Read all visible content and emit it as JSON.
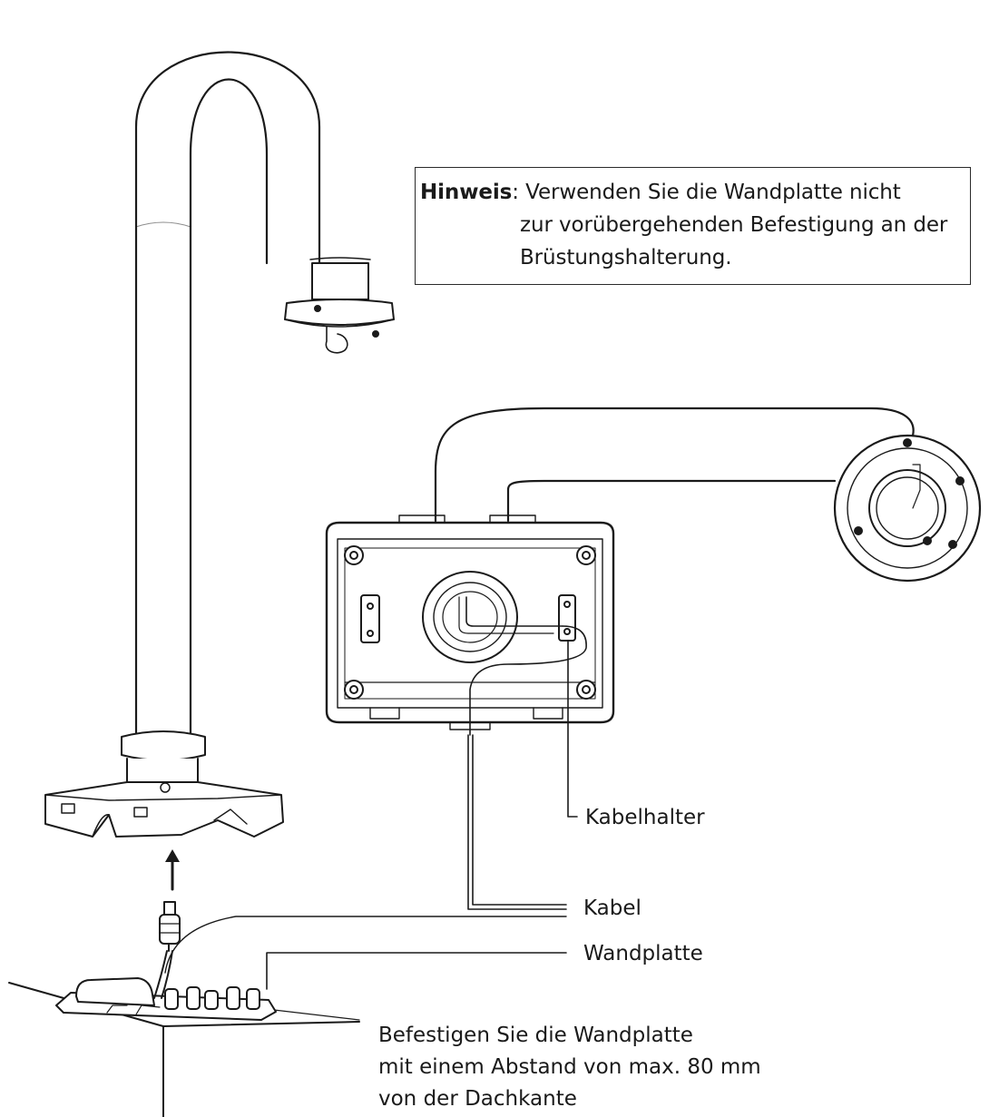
{
  "note": {
    "label": "Hinweis",
    "separator": ":",
    "lines": [
      "Verwenden Sie die Wandplatte nicht",
      "zur vorübergehenden Befestigung an der",
      "Brüstungshalterung."
    ]
  },
  "callouts": {
    "cable_holder": "Kabelhalter",
    "cable": "Kabel",
    "wall_plate": "Wandplatte"
  },
  "instruction": {
    "lines": [
      "Befestigen Sie die Wandplatte",
      "mit einem Abstand von max. 80 mm",
      "von der Dachkante"
    ]
  },
  "colors": {
    "line": "#1a1a1a",
    "fill": "#ffffff",
    "shade": "#e8e8e8"
  }
}
